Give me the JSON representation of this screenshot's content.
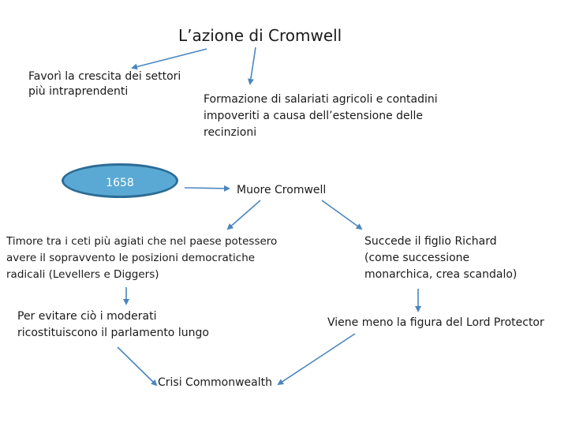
{
  "title": "L’azione di Cromwell",
  "nodes": {
    "favori": "Favorì la crescita dei settori\npiù intraprendenti",
    "formazione": "Formazione di salariati agricoli e contadini\nimpoveriti a causa dell’estensione delle\nrecinzioni",
    "year": "1658",
    "muore": "Muore Cromwell",
    "timore": "Timore tra i ceti più agiati che nel paese potessero\navere il sopravvento le posizioni democratiche\nradicali (Levellers e Diggers)",
    "succede": "Succede il figlio Richard\n(come successione\nmonarchica, crea scandalo)",
    "evitare": "Per evitare ciò i moderati\nricostituiscono il parlamento lungo",
    "viene": "Viene meno la figura del Lord Protector",
    "crisi": "Crisi Commonwealth"
  },
  "colors": {
    "arrow": "#4a86c0",
    "ellipse_fill": "#5aa9d4",
    "ellipse_border": "#2c6c95",
    "text": "#1a1a1a"
  }
}
